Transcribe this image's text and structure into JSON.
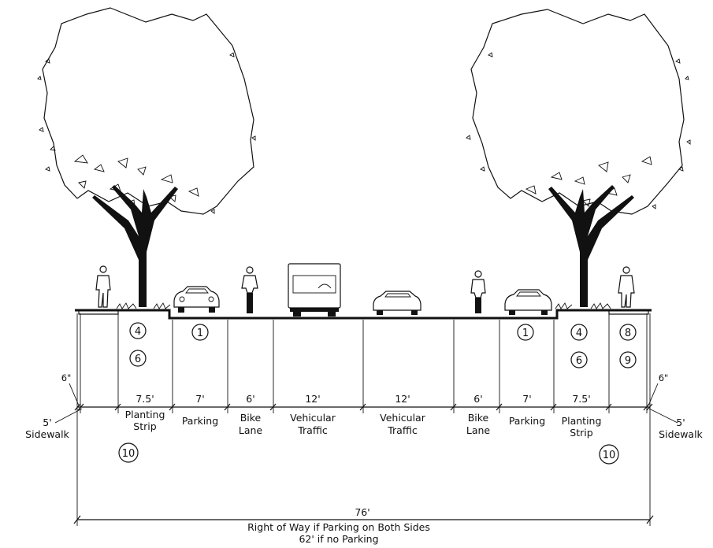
{
  "dimensions": {
    "six_inch_left": "6\"",
    "six_inch_right": "6\"",
    "sidewalk_left": {
      "width": "5'",
      "name": "Sidewalk"
    },
    "planting_left": {
      "width": "7.5'",
      "line1": "Planting",
      "line2": "Strip"
    },
    "parking_left": {
      "width": "7'",
      "name": "Parking"
    },
    "bike_left": {
      "width": "6'",
      "line1": "Bike",
      "line2": "Lane"
    },
    "traffic_left": {
      "width": "12'",
      "line1": "Vehicular",
      "line2": "Traffic"
    },
    "traffic_right": {
      "width": "12'",
      "line1": "Vehicular",
      "line2": "Traffic"
    },
    "bike_right": {
      "width": "6'",
      "line1": "Bike",
      "line2": "Lane"
    },
    "parking_right": {
      "width": "7'",
      "name": "Parking"
    },
    "planting_right": {
      "width": "7.5'",
      "line1": "Planting",
      "line2": "Strip"
    },
    "sidewalk_right": {
      "width": "5'",
      "name": "Sidewalk"
    }
  },
  "markers": {
    "left_4": "4",
    "left_6": "6",
    "left_10": "10",
    "parking_left_1": "1",
    "parking_right_1": "1",
    "right_4": "4",
    "right_6": "6",
    "right_8": "8",
    "right_9": "9",
    "right_10": "10"
  },
  "total": {
    "width": "76'",
    "line1": "Right of Way if Parking on Both Sides",
    "line2": "62' if no Parking"
  }
}
